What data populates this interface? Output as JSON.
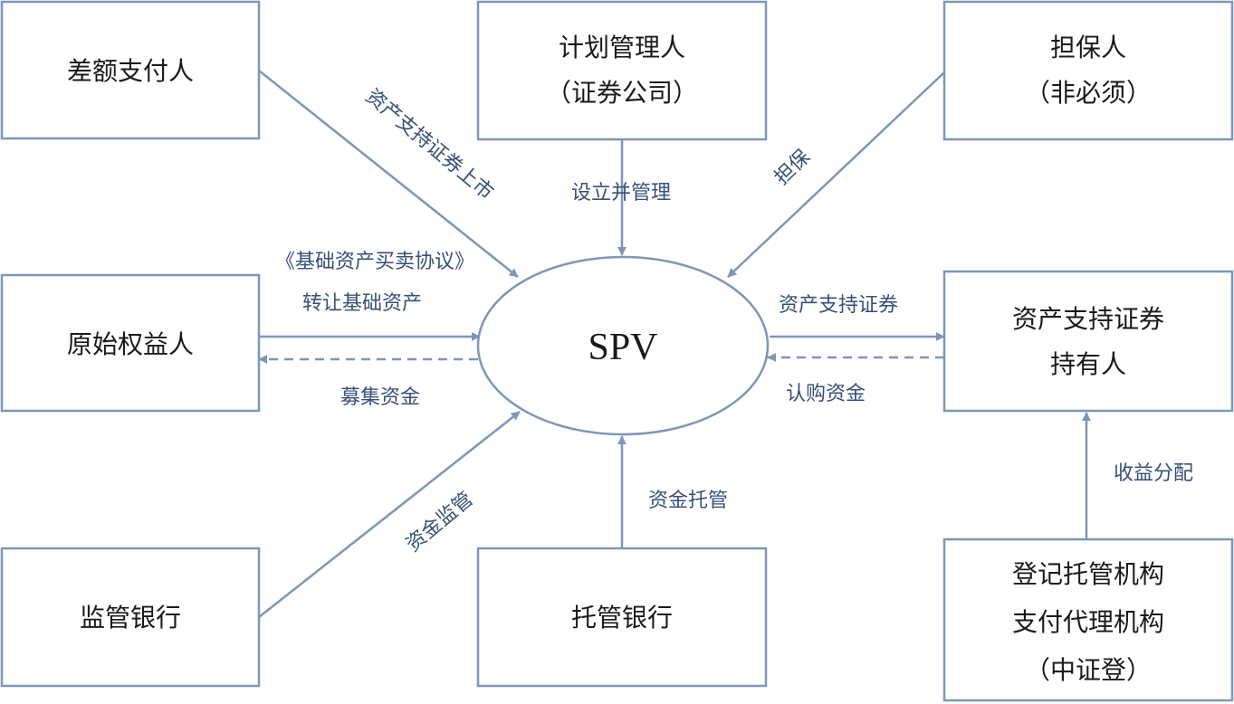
{
  "center": {
    "label": "SPV"
  },
  "boxes": {
    "difference_payer": {
      "lines": [
        "差额支付人"
      ]
    },
    "plan_manager": {
      "lines": [
        "计划管理人",
        "（证券公司）"
      ]
    },
    "guarantor": {
      "lines": [
        "担保人",
        "（非必须）"
      ]
    },
    "originator": {
      "lines": [
        "原始权益人"
      ]
    },
    "abs_holder": {
      "lines": [
        "资产支持证券",
        "持有人"
      ]
    },
    "supervising_bank": {
      "lines": [
        "监管银行"
      ]
    },
    "custodian_bank": {
      "lines": [
        "托管银行"
      ]
    },
    "registrar": {
      "lines": [
        "登记托管机构",
        "支付代理机构",
        "（中证登）"
      ]
    }
  },
  "edges": {
    "abs_listing": "资产支持证券上市",
    "setup_manage": "设立并管理",
    "guarantee": "担保",
    "asset_agreement": "《基础资产买卖协议》",
    "transfer_assets": "转让基础资产",
    "raise_funds": "募集资金",
    "abs_securities": "资产支持证券",
    "subscribe_funds": "认购资金",
    "fund_supervision": "资金监管",
    "fund_custody": "资金托管",
    "income_distribution": "收益分配"
  }
}
